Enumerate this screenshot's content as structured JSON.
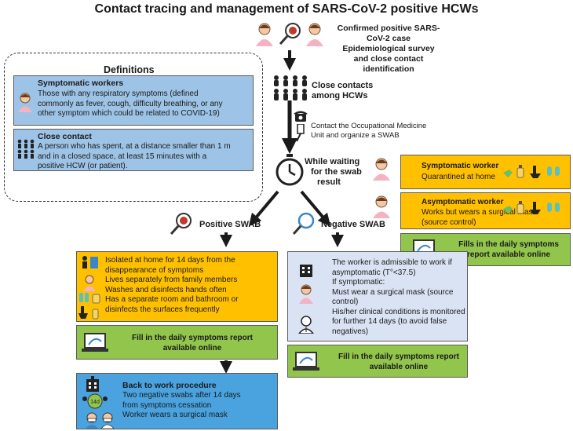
{
  "title": "Contact tracing and management of SARS-CoV-2 positive HCWs",
  "flow": {
    "confirmed_case": [
      "Confirmed positive SARS-",
      "CoV-2 case",
      "Epidemiological survey",
      "and close contact",
      "identification"
    ],
    "close_contacts": [
      "Close contacts",
      "among HCWs"
    ],
    "contact_medicine": [
      "Contact the Occupational Medicine",
      "Unit and organize a SWAB"
    ],
    "waiting": [
      "While waiting",
      "for the swab",
      "result"
    ],
    "positive_swab": "Positive SWAB",
    "negative_swab": "Negative SWAB"
  },
  "definitions": {
    "heading": "Definitions",
    "symptomatic_title": "Symptomatic workers",
    "symptomatic_text": [
      "Those with any respiratory symptoms (defined",
      "commonly as fever, cough, difficulty breathing, or any",
      "other symptom which could be related to COVID-19)"
    ],
    "close_contact_title": "Close contact",
    "close_contact_text": [
      "A person who has spent, at a distance smaller than 1 m",
      "and in a closed space, at least 15 minutes with a",
      "positive HCW (or patient)."
    ]
  },
  "waiting_cards": {
    "symptomatic_title": "Symptomatic worker",
    "symptomatic_text": "Quarantined at home",
    "asymptomatic_title": "Asymptomatic worker",
    "asymptomatic_text": [
      "Works but wears a surgical mask",
      "(source control)"
    ],
    "report": [
      "Fills in the daily symptoms",
      "report available online"
    ]
  },
  "positive_box": {
    "lines": [
      "Isolated at home for 14 days from the",
      "disappearance of symptoms",
      "Lives separately from family members",
      "Washes and disinfects hands often",
      "Has a separate room and bathroom or",
      "disinfects the surfaces frequently"
    ],
    "report": [
      "Fill in the daily symptoms report",
      "available online"
    ]
  },
  "back_to_work": {
    "title": "Back to work procedure",
    "lines": [
      "Two negative swabs after 14 days",
      "from symptoms cessation",
      "Worker wears a surgical mask"
    ]
  },
  "negative_box": {
    "lines": [
      "The worker is admissible to work if",
      "asymptomatic (T°<37.5)",
      "If symptomatic:",
      "Must wear a surgical mask (source",
      "control)",
      "His/her clinical conditions is monitored",
      "for further 14 days (to avoid false",
      "negatives)"
    ],
    "report": [
      "Fill in the daily symptoms report",
      "available online"
    ]
  },
  "colors": {
    "blue": "#9dc3e6",
    "lightblue": "#dae3f3",
    "orange": "#ffc000",
    "green": "#92c54c",
    "deepblue": "#4aa3df",
    "arrow": "#1a1a1a"
  }
}
